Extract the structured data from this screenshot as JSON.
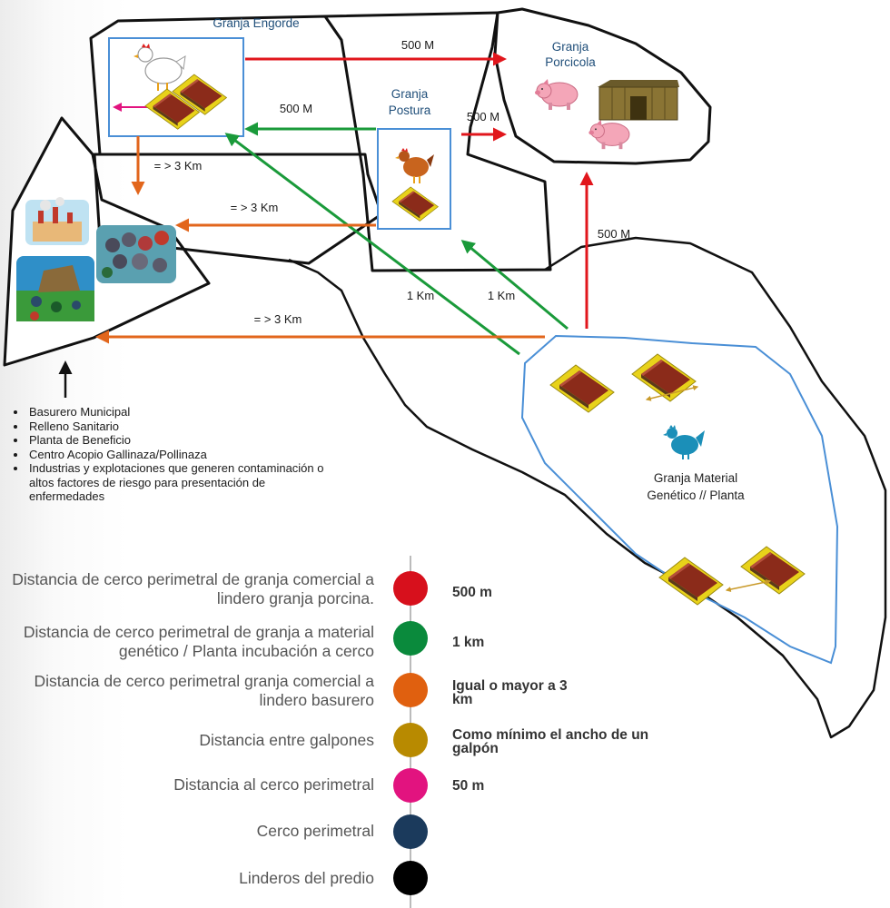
{
  "labels": {
    "granja_engorde": "Granja Engorde",
    "granja_porcicola_1": "Granja",
    "granja_porcicola_2": "Porcicola",
    "granja_postura_1": "Granja",
    "granja_postura_2": "Postura",
    "granja_material_1": "Granja Material",
    "granja_material_2": "Genético // Planta"
  },
  "distances": {
    "engorde_porcicola": "500 M",
    "postura_engorde": "500 M",
    "postura_porcicola": "500 M",
    "material_porcicola": "500 M",
    "engorde_basurero": "= > 3 Km",
    "postura_basurero": "= > 3 Km",
    "material_basurero": "= > 3 Km",
    "material_engorde": "1 Km",
    "material_postura": "1 Km"
  },
  "risk_sites": [
    "Basurero Municipal",
    "Relleno Sanitario",
    "Planta de Beneficio",
    "Centro Acopio Gallinaza/Pollinaza",
    "Industrias y explotaciones que generen contaminación o altos factores de riesgo para presentación de enfermedades"
  ],
  "legend": [
    {
      "description": "Distancia de cerco perimetral de granja comercial a lindero granja porcina.",
      "color": "#d7101c",
      "value": "500 m"
    },
    {
      "description": "Distancia de cerco perimetral de granja a material genético / Planta incubación a cerco",
      "color": "#0a8a3c",
      "value": "1 km"
    },
    {
      "description": "Distancia de cerco perimetral granja comercial a lindero basurero",
      "color": "#e0600f",
      "value": "Igual o mayor a 3 km"
    },
    {
      "description": "Distancia entre galpones",
      "color": "#b88a00",
      "value": "Como mínimo el ancho de un galpón"
    },
    {
      "description": "Distancia al cerco perimetral",
      "color": "#e2137f",
      "value": "50 m"
    },
    {
      "description": "Cerco perimetral",
      "color": "#1b3a5c",
      "value": ""
    },
    {
      "description": "Linderos del predio",
      "color": "#000000",
      "value": ""
    }
  ],
  "colors": {
    "red": "#e1161c",
    "green": "#1a9a3a",
    "orange": "#e2661c",
    "pink": "#e2137f",
    "fence_blue": "#4a8fd6",
    "boundary": "#111111"
  },
  "icons": [
    "chicken-icon",
    "hen-icon",
    "pig-icon",
    "barn-icon",
    "poultry-house-icon",
    "factory-icon",
    "landfill-icon",
    "blue-bird-icon"
  ]
}
